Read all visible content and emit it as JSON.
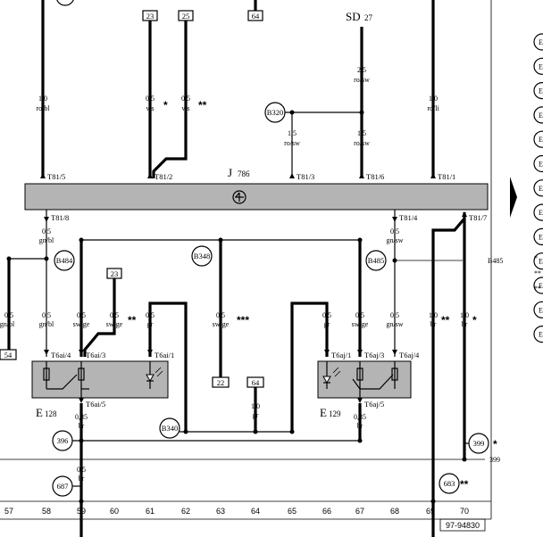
{
  "diagram": {
    "code": "97-94830",
    "stars": {
      "one": "*",
      "two": "**",
      "three": "***"
    },
    "components": {
      "J": {
        "letter": "J",
        "sub": "786"
      },
      "E128": {
        "letter": "E",
        "sub": "128"
      },
      "E129": {
        "letter": "E",
        "sub": "129"
      },
      "SD": {
        "letter": "SD",
        "sub": "27"
      }
    },
    "refs": {
      "r23a": "23",
      "r25": "25",
      "r64a": "64",
      "r23b": "23",
      "r22": "22",
      "r64b": "64",
      "r54": "54"
    },
    "circles": {
      "B320": "B320",
      "B484": "B484",
      "B348": "B348",
      "B485": "B485",
      "B340": "B340",
      "c396": "396",
      "c687": "687",
      "c399": "399",
      "c683": "683"
    },
    "side_labels": {
      "B485": "B485",
      "w399": "399"
    },
    "wires": {
      "w_ro_bl": {
        "size": "1,0",
        "color": "ro/bl"
      },
      "w_ws1": {
        "size": "0,5",
        "color": "ws"
      },
      "w_ws2": {
        "size": "0,5",
        "color": "ws"
      },
      "w_sd": {
        "size": "2,5",
        "color": "ro/sw"
      },
      "w_b320": {
        "size": "1,5",
        "color": "ro/sw"
      },
      "w_sd2": {
        "size": "1,5",
        "color": "ro/sw"
      },
      "w_ro_li": {
        "size": "1,0",
        "color": "ro/li"
      },
      "w_gnbl_top": {
        "size": "0,5",
        "color": "gn/bl"
      },
      "w_gnsw_top": {
        "size": "0,5",
        "color": "gn/sw"
      },
      "w_c57": {
        "size": "0,5",
        "color": "gn/bl"
      },
      "w_c58": {
        "size": "0,5",
        "color": "gn/bl"
      },
      "w_c59": {
        "size": "0,5",
        "color": "sw/ge"
      },
      "w_c60": {
        "size": "0,5",
        "color": "sw/ge"
      },
      "w_c61": {
        "size": "0,5",
        "color": "gr"
      },
      "w_c63": {
        "size": "0,5",
        "color": "sw/ge"
      },
      "w_c64": {
        "size": "1,0",
        "color": "gr"
      },
      "w_c66": {
        "size": "0,5",
        "color": "gr"
      },
      "w_c67": {
        "size": "0,5",
        "color": "sw/ge"
      },
      "w_c68": {
        "size": "0,5",
        "color": "gn/sw"
      },
      "w_c69": {
        "size": "1,0",
        "color": "br"
      },
      "w_c70": {
        "size": "1,0",
        "color": "br"
      },
      "w_e128": {
        "size": "0,35",
        "color": "br"
      },
      "w_e129": {
        "size": "0,35",
        "color": "br"
      },
      "w_c59b": {
        "size": "0,5",
        "color": "br"
      }
    },
    "pins": {
      "T81_5": "T81/5",
      "T81_2": "T81/2",
      "T81_3": "T81/3",
      "T81_6": "T81/6",
      "T81_1": "T81/1",
      "T81_8": "T81/8",
      "T81_4": "T81/4",
      "T81_7": "T81/7",
      "T6ai_4": "T6ai/4",
      "T6ai_3": "T6ai/3",
      "T6ai_1": "T6ai/1",
      "T6ai_5": "T6ai/5",
      "T6aj_1": "T6aj/1",
      "T6aj_3": "T6aj/3",
      "T6aj_4": "T6aj/4",
      "T6aj_5": "T6aj/5"
    },
    "columns": [
      "57",
      "58",
      "59",
      "60",
      "61",
      "62",
      "63",
      "64",
      "65",
      "66",
      "67",
      "68",
      "69",
      "70"
    ],
    "legend_rows": [
      "E",
      "E",
      "E",
      "E",
      "E",
      "E",
      "E",
      "E",
      "E",
      "E",
      "E",
      "E",
      "E"
    ],
    "legend_marks": [
      "*",
      "**",
      "**"
    ]
  }
}
